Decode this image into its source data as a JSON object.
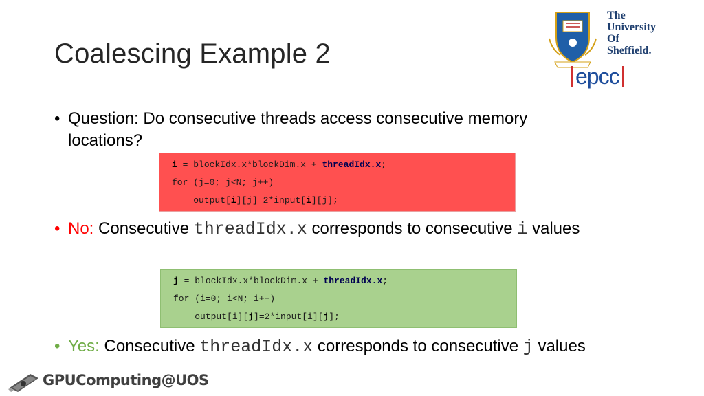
{
  "slide": {
    "title": "Coalescing Example 2"
  },
  "bullets": {
    "b1": {
      "dot": "•",
      "text": "Question: Do consecutive threads access consecutive memory locations?"
    },
    "b2": {
      "dot": "•",
      "lead": "No:",
      "t1": " Consecutive ",
      "code1": "threadIdx.x",
      "t2": " corresponds to consecutive ",
      "code2": "i",
      "t3": " values"
    },
    "b3": {
      "dot": "•",
      "lead": "Yes:",
      "t1": " Consecutive ",
      "code1": "threadIdx.x",
      "t2": " corresponds to consecutive ",
      "code2": "j",
      "t3": " values"
    }
  },
  "code_red": {
    "l1a": "i",
    "l1b": " = blockIdx.x*blockDim.x + ",
    "l1c": "threadIdx.x",
    "l1d": ";",
    "l2": "for (j=0; j<N; j++)",
    "l3a": "    output[",
    "l3b": "i",
    "l3c": "][j]=2*input[",
    "l3d": "i",
    "l3e": "][j];"
  },
  "code_green": {
    "l1a": "j",
    "l1b": " = blockIdx.x*blockDim.x + ",
    "l1c": "threadIdx.x",
    "l1d": ";",
    "l2": "for (i=0; i<N; i++)",
    "l3a": "    output[i][",
    "l3b": "j",
    "l3c": "]=2*input[i][",
    "l3d": "j",
    "l3e": "];"
  },
  "logo": {
    "university_line1": "The",
    "university_line2": "University",
    "university_line3": "Of",
    "university_line4": "Sheffield.",
    "epcc": "epcc"
  },
  "footer": {
    "text": "GPUComputing@UOS"
  },
  "colors": {
    "no": "#ff0000",
    "yes": "#70ad47",
    "red_box": "#ff5050",
    "green_box": "#a9d18e",
    "epcc_blue": "#1f4e9c"
  }
}
